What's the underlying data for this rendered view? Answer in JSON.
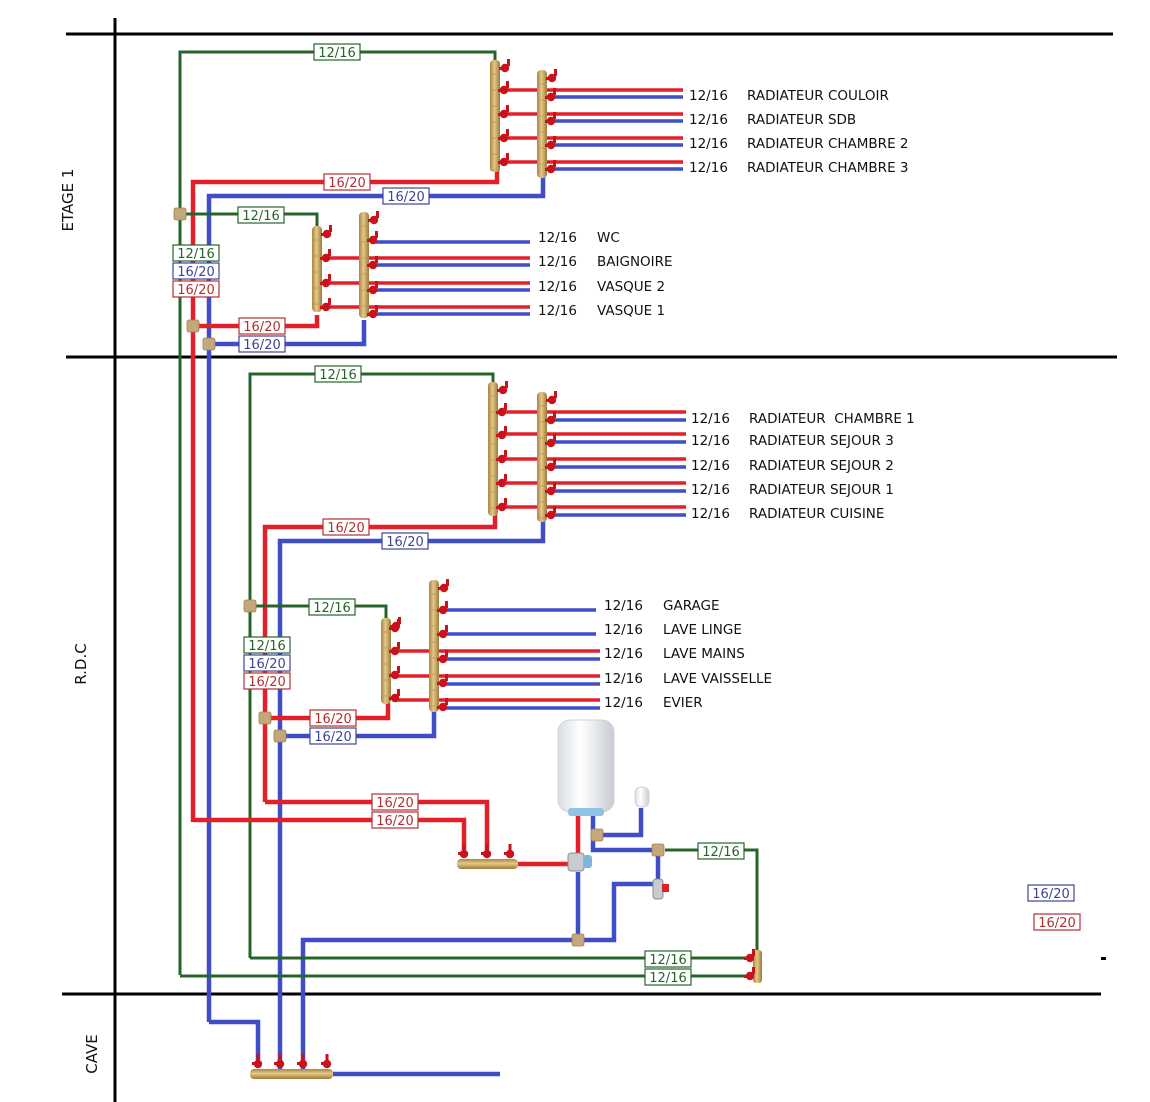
{
  "colors": {
    "hot": "#e3202a",
    "cold": "#3f4dc7",
    "loop": "#27632a",
    "hot_tag": "#b03034",
    "cold_tag": "#3e4594",
    "loop_tag": "#27632a",
    "brass": "#c9a55c",
    "valve": "#c8121c"
  },
  "floors": [
    {
      "id": "etage1",
      "label": "ETAGE 1"
    },
    {
      "id": "rdc",
      "label": "R.D.C"
    },
    {
      "id": "cave",
      "label": "CAVE"
    }
  ],
  "etage1": {
    "radiators": {
      "supply_size": "16/20",
      "return_size": "16/20",
      "loop_size": "12/16",
      "outlets": [
        {
          "size": "12/16",
          "name": "RADIATEUR COULOIR"
        },
        {
          "size": "12/16",
          "name": "RADIATEUR SDB"
        },
        {
          "size": "12/16",
          "name": "RADIATEUR CHAMBRE 2"
        },
        {
          "size": "12/16",
          "name": "RADIATEUR CHAMBRE 3"
        }
      ]
    },
    "sanitary": {
      "supply_size": "16/20",
      "return_size": "16/20",
      "loop_size": "12/16",
      "outlets": [
        {
          "size": "12/16",
          "name": "WC"
        },
        {
          "size": "12/16",
          "name": "BAIGNOIRE"
        },
        {
          "size": "12/16",
          "name": "VASQUE 2"
        },
        {
          "size": "12/16",
          "name": "VASQUE 1"
        }
      ]
    },
    "riser_tags": [
      "12/16",
      "16/20",
      "16/20"
    ]
  },
  "rdc": {
    "radiators": {
      "supply_size": "16/20",
      "return_size": "16/20",
      "loop_size": "12/16",
      "outlets": [
        {
          "size": "12/16",
          "name": "RADIATEUR  CHAMBRE 1"
        },
        {
          "size": "12/16",
          "name": "RADIATEUR SEJOUR 3"
        },
        {
          "size": "12/16",
          "name": "RADIATEUR SEJOUR 2"
        },
        {
          "size": "12/16",
          "name": "RADIATEUR SEJOUR 1"
        },
        {
          "size": "12/16",
          "name": "RADIATEUR CUISINE"
        }
      ]
    },
    "sanitary": {
      "supply_size": "16/20",
      "return_size": "16/20",
      "loop_size": "12/16",
      "outlets": [
        {
          "size": "12/16",
          "name": "GARAGE"
        },
        {
          "size": "12/16",
          "name": "LAVE LINGE"
        },
        {
          "size": "12/16",
          "name": "LAVE MAINS"
        },
        {
          "size": "12/16",
          "name": "LAVE VAISSELLE"
        },
        {
          "size": "12/16",
          "name": "EVIER"
        }
      ]
    },
    "riser_tags": [
      "12/16",
      "16/20",
      "16/20"
    ],
    "hot_feed_tags": [
      "16/20",
      "16/20"
    ],
    "heater_loop_tag": "12/16",
    "return_loop_tags": [
      "12/16",
      "12/16"
    ]
  },
  "legend": {
    "cold": "16/20",
    "hot": "16/20"
  }
}
